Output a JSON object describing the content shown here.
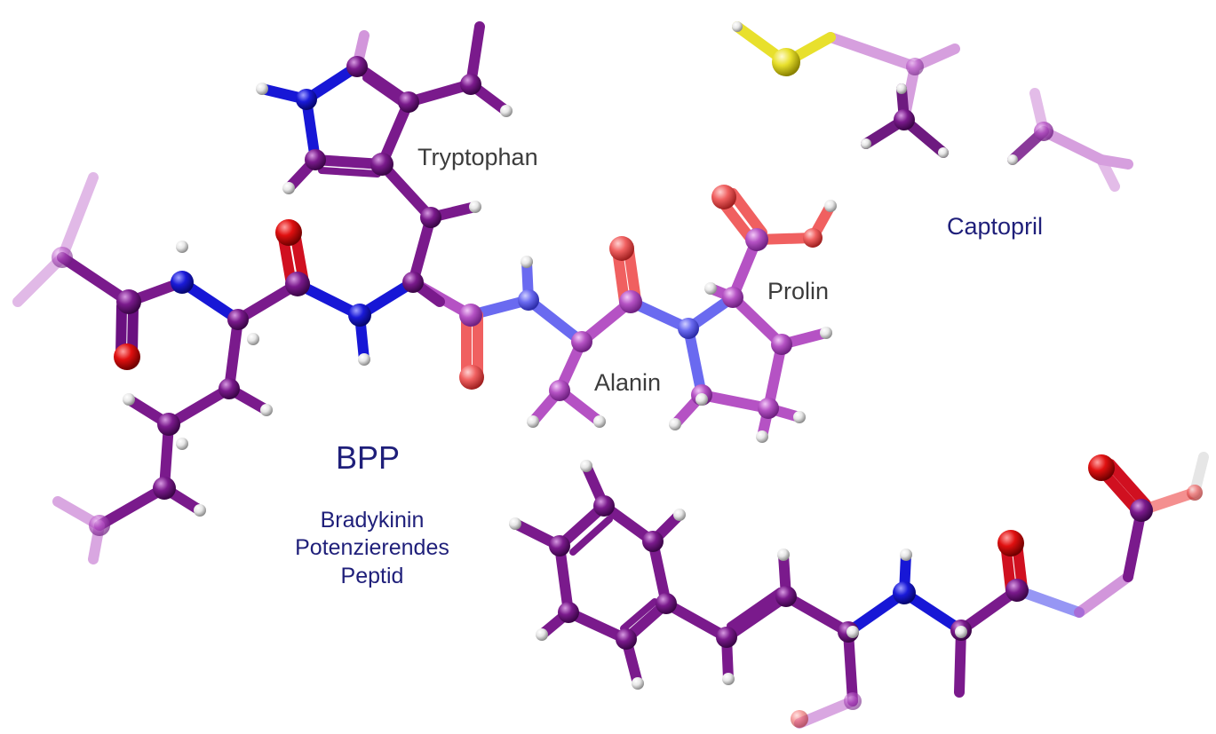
{
  "labels": {
    "tryptophan": "Tryptophan",
    "prolin": "Prolin",
    "alanin": "Alanin",
    "captopril": "Captopril",
    "bpp": "BPP",
    "bpp_full": [
      "Bradykinin",
      "Potenzierendes",
      "Peptid"
    ]
  },
  "colors": {
    "carbon_dark": "#5e0d6e",
    "carbon_light": "#b552c4",
    "nitrogen": "#1717d6",
    "oxygen": "#e01010",
    "sulfur": "#e8e02c",
    "hydrogen": "#e6e6e6",
    "label_gray": "#3c3c3c",
    "label_blue": "#1f1f7a"
  }
}
